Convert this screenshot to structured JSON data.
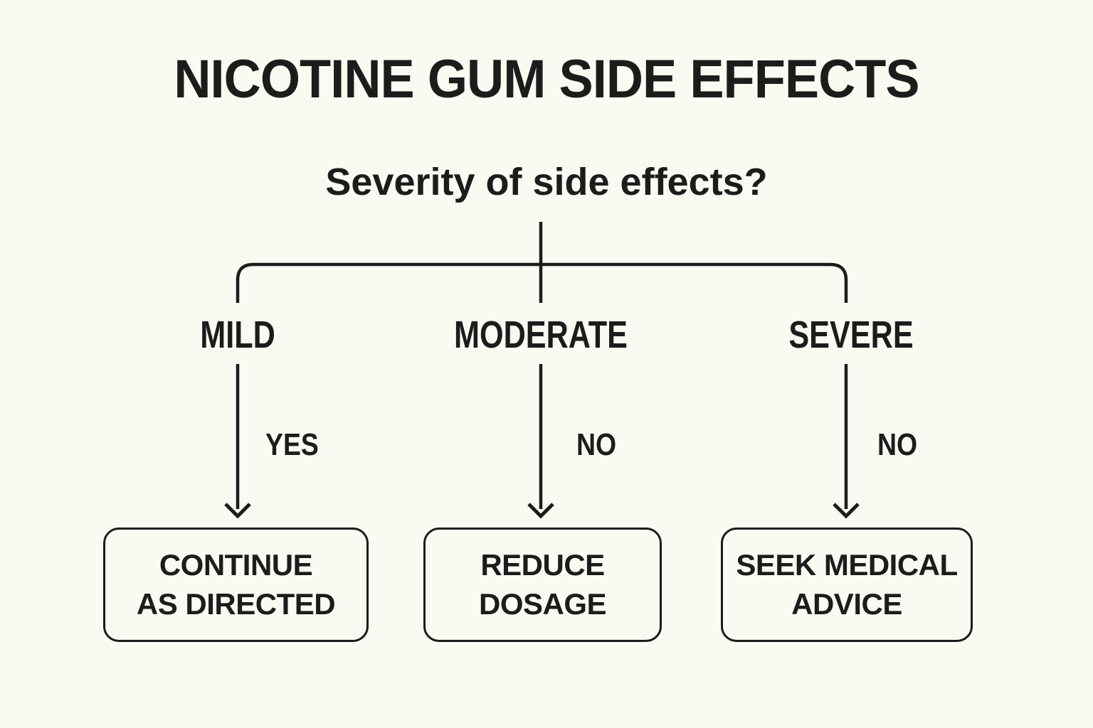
{
  "title": "NICOTINE GUM SIDE EFFECTS",
  "question": "Severity of side effects?",
  "branches": [
    {
      "condition": "MILD",
      "answer": "YES",
      "outcome": {
        "line1": "CONTINUE",
        "line2": "AS DIRECTED"
      }
    },
    {
      "condition": "MODERATE",
      "answer": "NO",
      "outcome": {
        "line1": "REDUCE",
        "line2": "DOSAGE"
      }
    },
    {
      "condition": "SEVERE",
      "answer": "NO",
      "outcome": {
        "line1": "SEEK MEDICAL",
        "line2": "ADVICE"
      }
    }
  ],
  "colors": {
    "background": "#FAF9F2",
    "ink": "#1C1C1C"
  }
}
